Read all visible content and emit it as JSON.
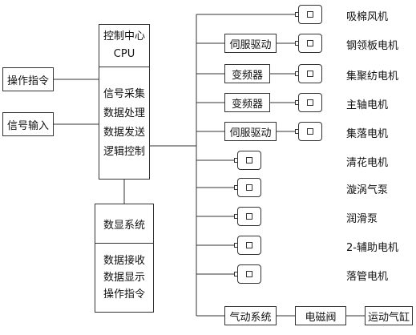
{
  "control_center": {
    "title": "控制中心",
    "subtitle": "CPU",
    "functions": [
      "信号采集",
      "数据处理",
      "数据发送",
      "逻辑控制"
    ]
  },
  "inputs": [
    {
      "label": "操作指令"
    },
    {
      "label": "信号输入"
    }
  ],
  "display_system": {
    "title": "数显系统",
    "functions": [
      "数据接收",
      "数据显示",
      "操作指令"
    ]
  },
  "outputs": [
    {
      "driver": "",
      "motor_label": "吸棉风机"
    },
    {
      "driver": "伺服驱动",
      "motor_label": "钢领板电机"
    },
    {
      "driver": "变频器",
      "motor_label": "集聚纺电机"
    },
    {
      "driver": "变频器",
      "motor_label": "主轴电机"
    },
    {
      "driver": "伺服驱动",
      "motor_label": "集落电机"
    },
    {
      "driver": "",
      "motor_label": "清花电机"
    },
    {
      "driver": "",
      "motor_label": "漩涡气泵"
    },
    {
      "driver": "",
      "motor_label": "润滑泵"
    },
    {
      "driver": "",
      "motor_label": "2-辅助电机"
    },
    {
      "driver": "",
      "motor_label": "落管电机"
    }
  ],
  "pneumatic": {
    "system": "气动系统",
    "valve": "电磁阀",
    "cylinder": "运动气缸"
  }
}
